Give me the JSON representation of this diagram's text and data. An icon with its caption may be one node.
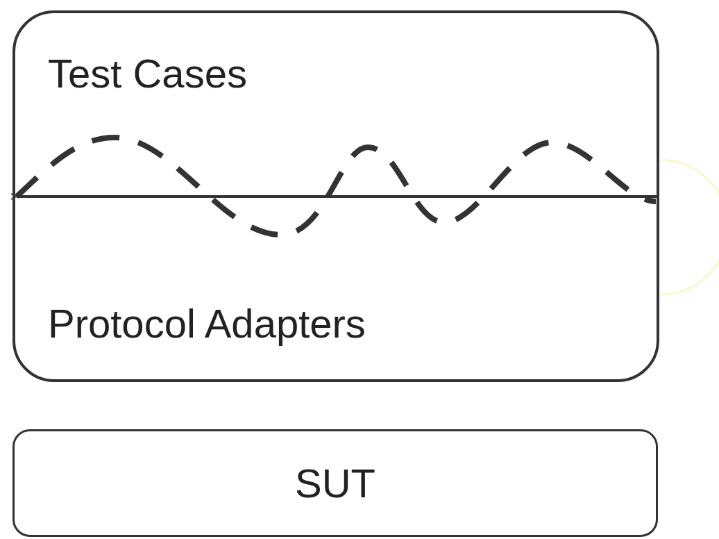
{
  "diagram": {
    "nodes": [
      {
        "text": [
          "Test Cases",
          "Protocol Adapters"
        ]
      },
      {
        "text": [
          "SUT"
        ]
      }
    ]
  }
}
